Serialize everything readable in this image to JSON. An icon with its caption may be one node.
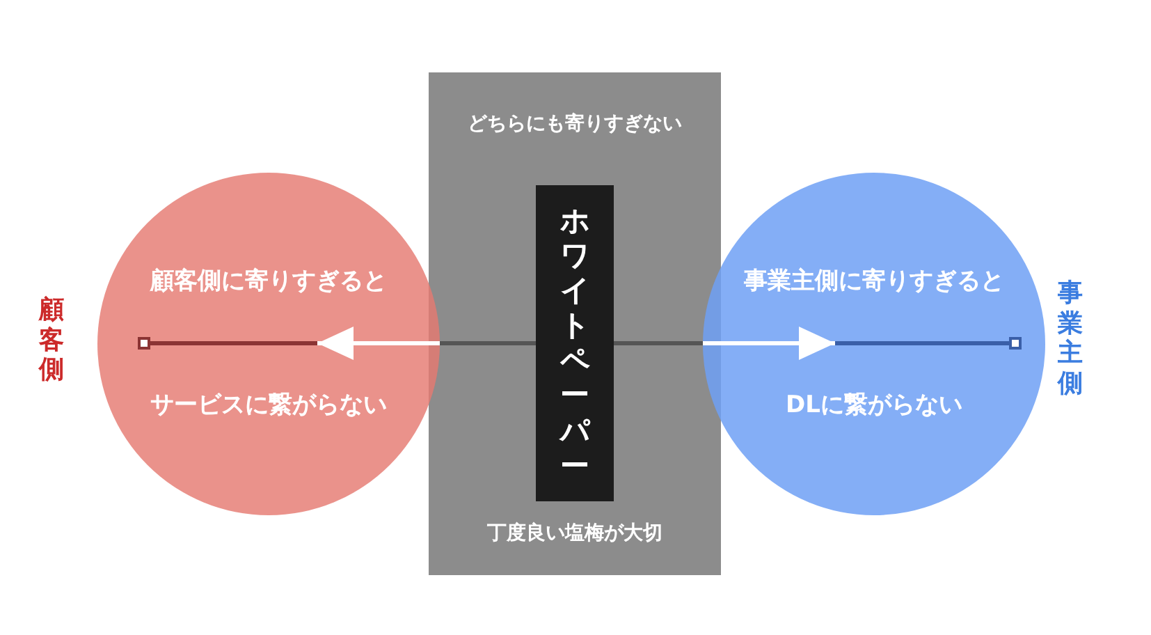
{
  "diagram": {
    "nodes": [
      {
        "text": [
          "どちらにも寄りすぎない",
          "丁度良い塩梅が大切"
        ]
      },
      {
        "text": [
          "ホワイトペーパー"
        ],
        "in": 0
      },
      {
        "text": [
          "顧客側に寄りすぎると",
          "サービスに繋がらない"
        ]
      },
      {
        "text": [
          "事業主側に寄りすぎると",
          "DLに繋がらない"
        ]
      },
      {
        "text": [],
        "shape": "box",
        "beside": [
          "顧客側"
        ],
        "in": 2
      },
      {
        "text": [],
        "shape": "box",
        "beside": [
          "事業主側"
        ],
        "in": 3
      }
    ],
    "edges": [
      {
        "from": 1,
        "to": 4,
        "arrow": "to"
      },
      {
        "from": 1,
        "to": 5,
        "arrow": "to"
      }
    ]
  }
}
